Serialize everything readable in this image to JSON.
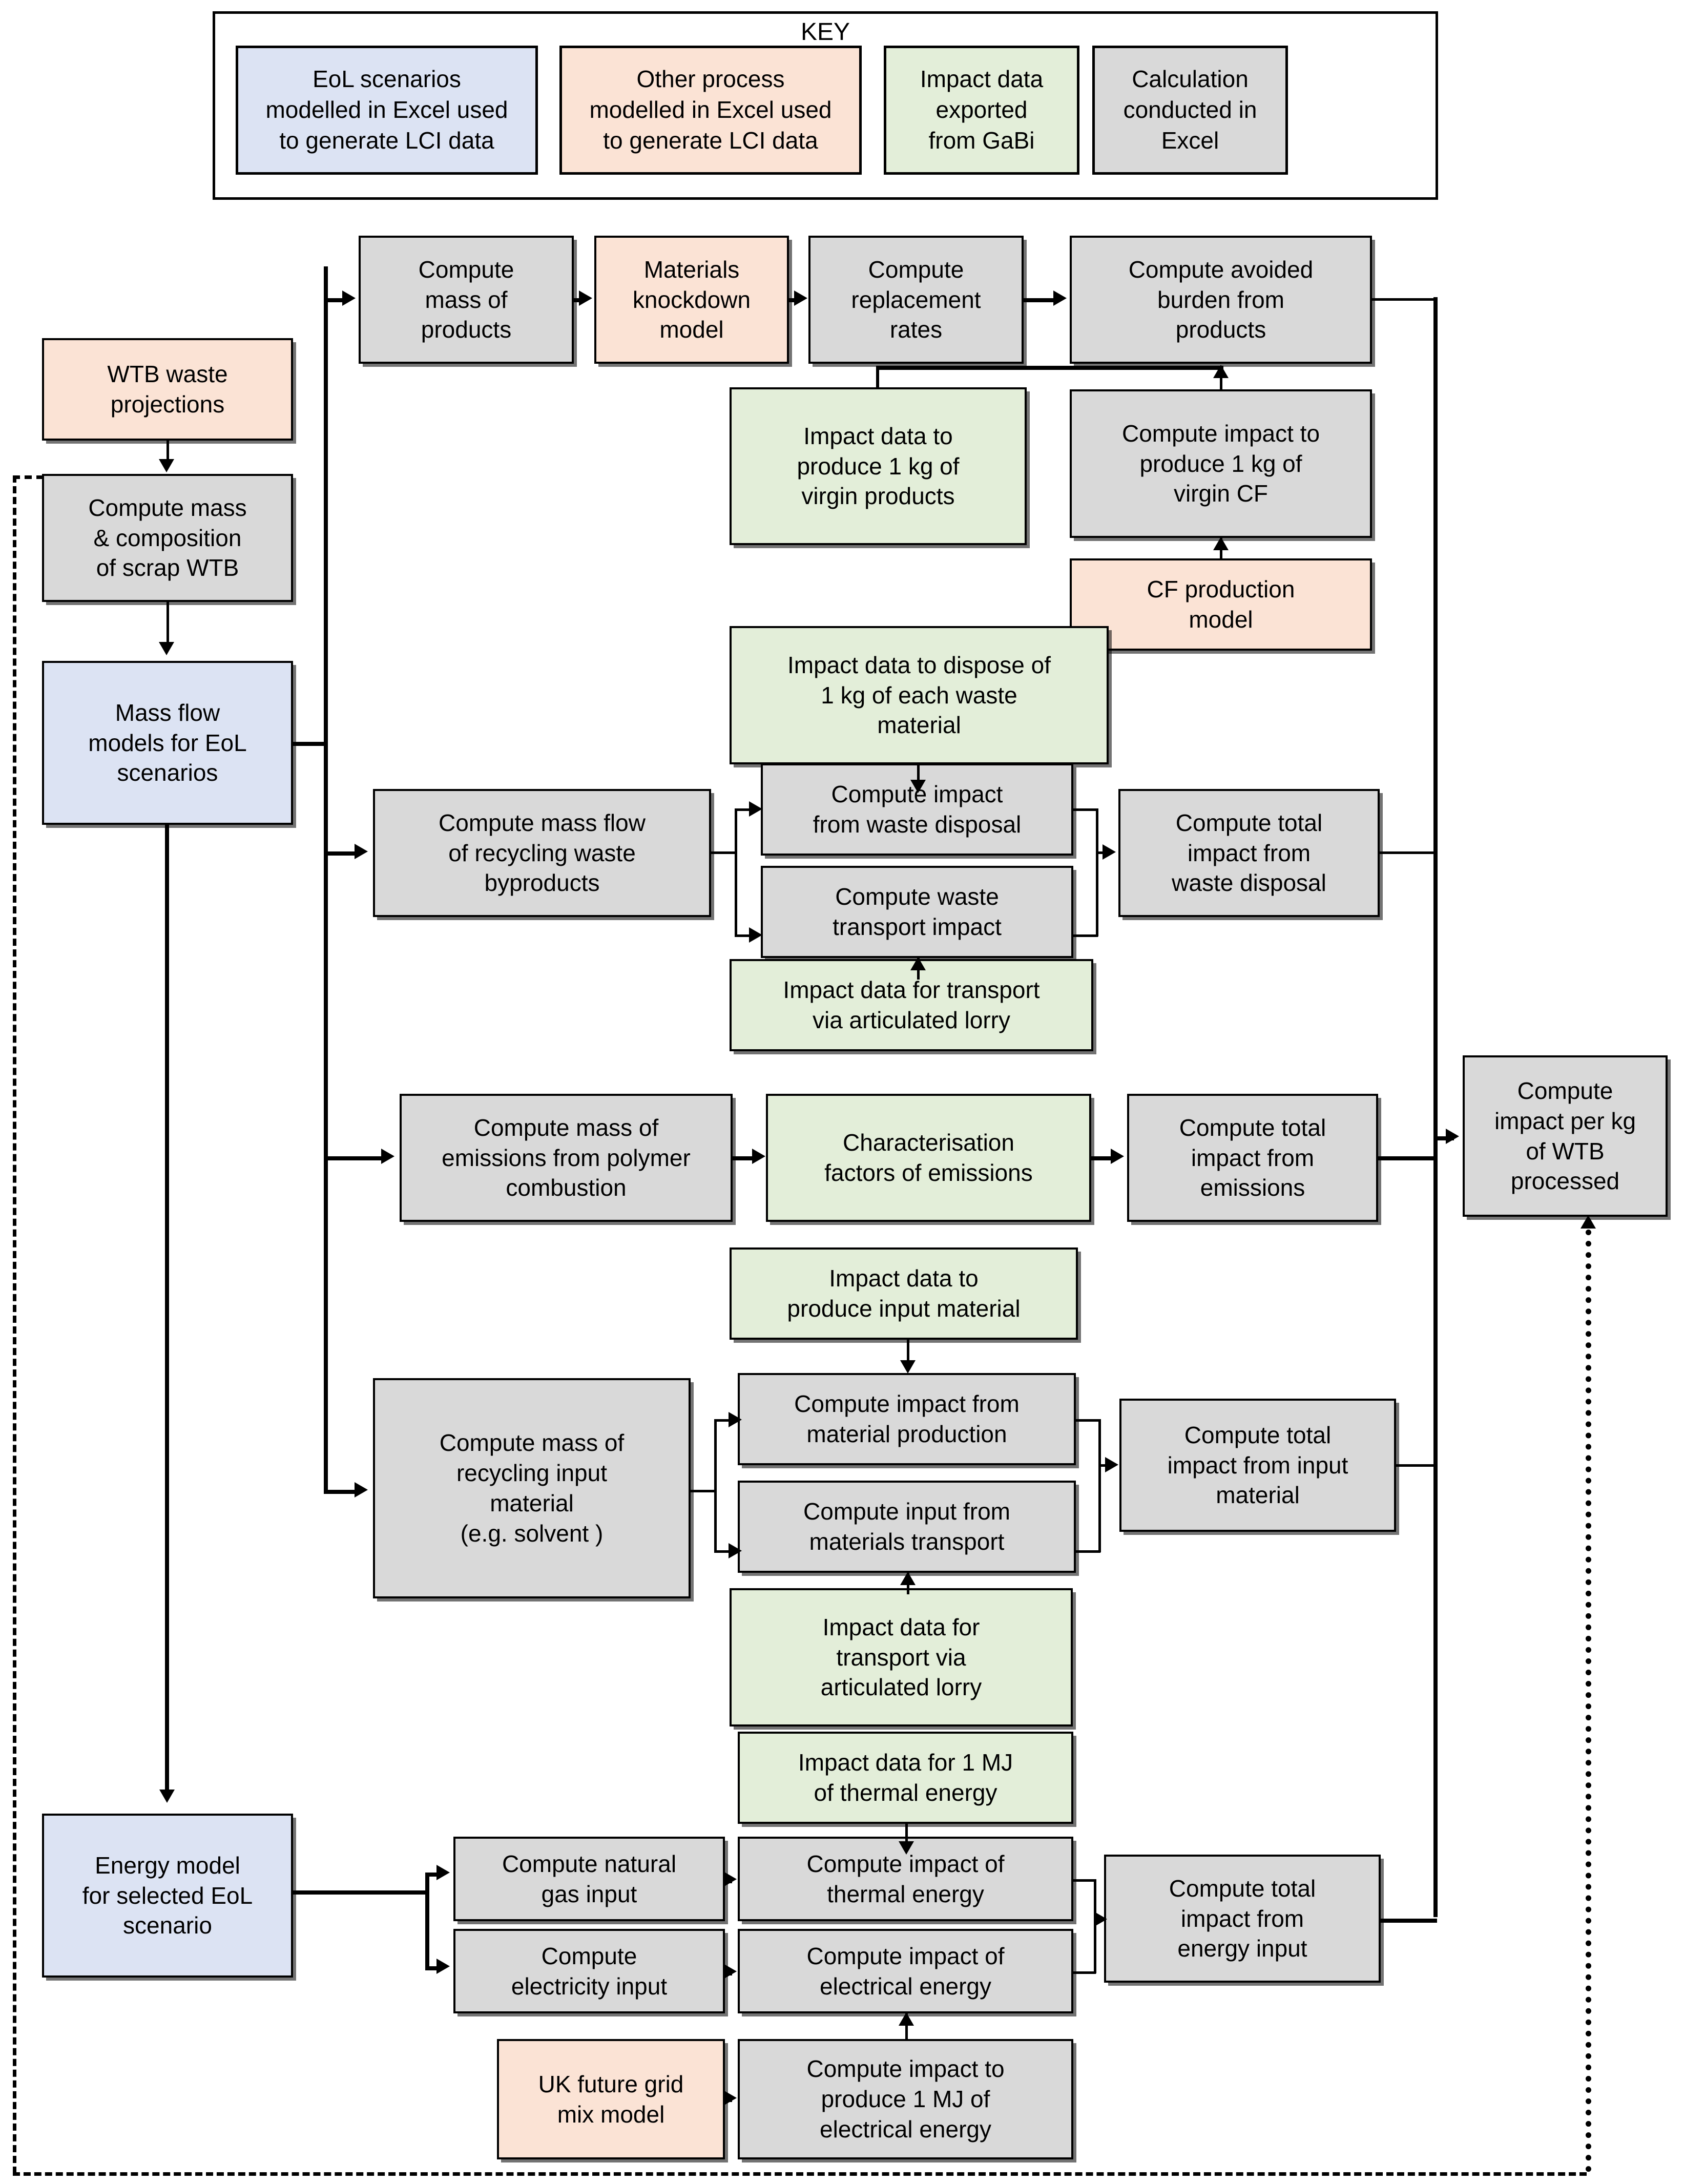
{
  "key": {
    "title": "KEY",
    "items": [
      {
        "label": "EoL scenarios\nmodelled in Excel used\nto generate LCI data",
        "color": "#dce3f3",
        "kind": "blue"
      },
      {
        "label": "Other process\nmodelled in Excel used\nto generate LCI data",
        "color": "#fbe3d5",
        "kind": "peach"
      },
      {
        "label": "Impact data\nexported\nfrom GaBi",
        "color": "#e3eed9",
        "kind": "green"
      },
      {
        "label": "Calculation\nconducted in\nExcel",
        "color": "#d9d9d9",
        "kind": "gray"
      }
    ]
  },
  "palette": {
    "blue": "#dce3f3",
    "peach": "#fbe3d5",
    "green": "#e3eed9",
    "gray": "#d9d9d9",
    "outline": "#000000",
    "background": "#ffffff"
  },
  "nodes": {
    "wtb_waste_projections": "WTB waste\nprojections",
    "compute_mass_composition": "Compute mass\n& composition\nof scrap WTB",
    "mass_flow_models": "Mass flow\nmodels for EoL\nscenarios",
    "energy_model": "Energy model\nfor selected EoL\nscenario",
    "compute_mass_products": "Compute\nmass of\nproducts",
    "materials_knockdown": "Materials\nknockdown\nmodel",
    "compute_replacement_rates": "Compute\nreplacement\nrates",
    "compute_avoided_burden": "Compute avoided\nburden from\nproducts",
    "impact_virgin_products": "Impact data to\nproduce 1 kg of\nvirgin products",
    "compute_virgin_cf": "Compute impact to\nproduce 1 kg of\nvirgin CF",
    "cf_production_model": "CF production\nmodel",
    "impact_dispose_waste": "Impact data to dispose of\n1 kg of each waste\nmaterial",
    "compute_mass_flow_waste": "Compute mass flow\nof recycling waste\nbyproducts",
    "compute_impact_waste_disposal": "Compute impact\nfrom waste disposal",
    "compute_waste_transport": "Compute waste\ntransport impact",
    "compute_total_waste_disposal": "Compute total\nimpact from\nwaste disposal",
    "impact_transport_lorry_waste": "Impact data for transport\nvia articulated lorry",
    "compute_mass_emissions": "Compute mass of\nemissions from polymer\ncombustion",
    "characterisation_factors": "Characterisation\nfactors of emissions",
    "compute_total_emissions": "Compute total\nimpact from\nemissions",
    "impact_produce_input_material": "Impact data to\nproduce input material",
    "compute_mass_recycling_input": "Compute mass of\nrecycling input\nmaterial\n(e.g. solvent )",
    "compute_impact_material_production": "Compute impact from\nmaterial production",
    "compute_input_materials_transport": "Compute input from\nmaterials transport",
    "compute_total_input_material": "Compute total\nimpact from input\nmaterial",
    "impact_transport_lorry_input": "Impact data for\ntransport via\narticulated lorry",
    "impact_1mj_thermal": "Impact data for 1 MJ\nof thermal energy",
    "compute_natural_gas_input": "Compute natural\ngas input",
    "compute_impact_thermal": "Compute impact of\nthermal energy",
    "compute_electricity_input": "Compute\nelectricity input",
    "compute_impact_electrical": "Compute impact of\nelectrical energy",
    "compute_total_energy_input": "Compute total\nimpact from\nenergy input",
    "uk_future_grid_mix": "UK future grid\nmix model",
    "compute_1mj_electrical": "Compute impact to\nproduce 1 MJ of\nelectrical energy",
    "compute_impact_per_kg": "Compute\nimpact per kg\nof WTB\nprocessed"
  }
}
